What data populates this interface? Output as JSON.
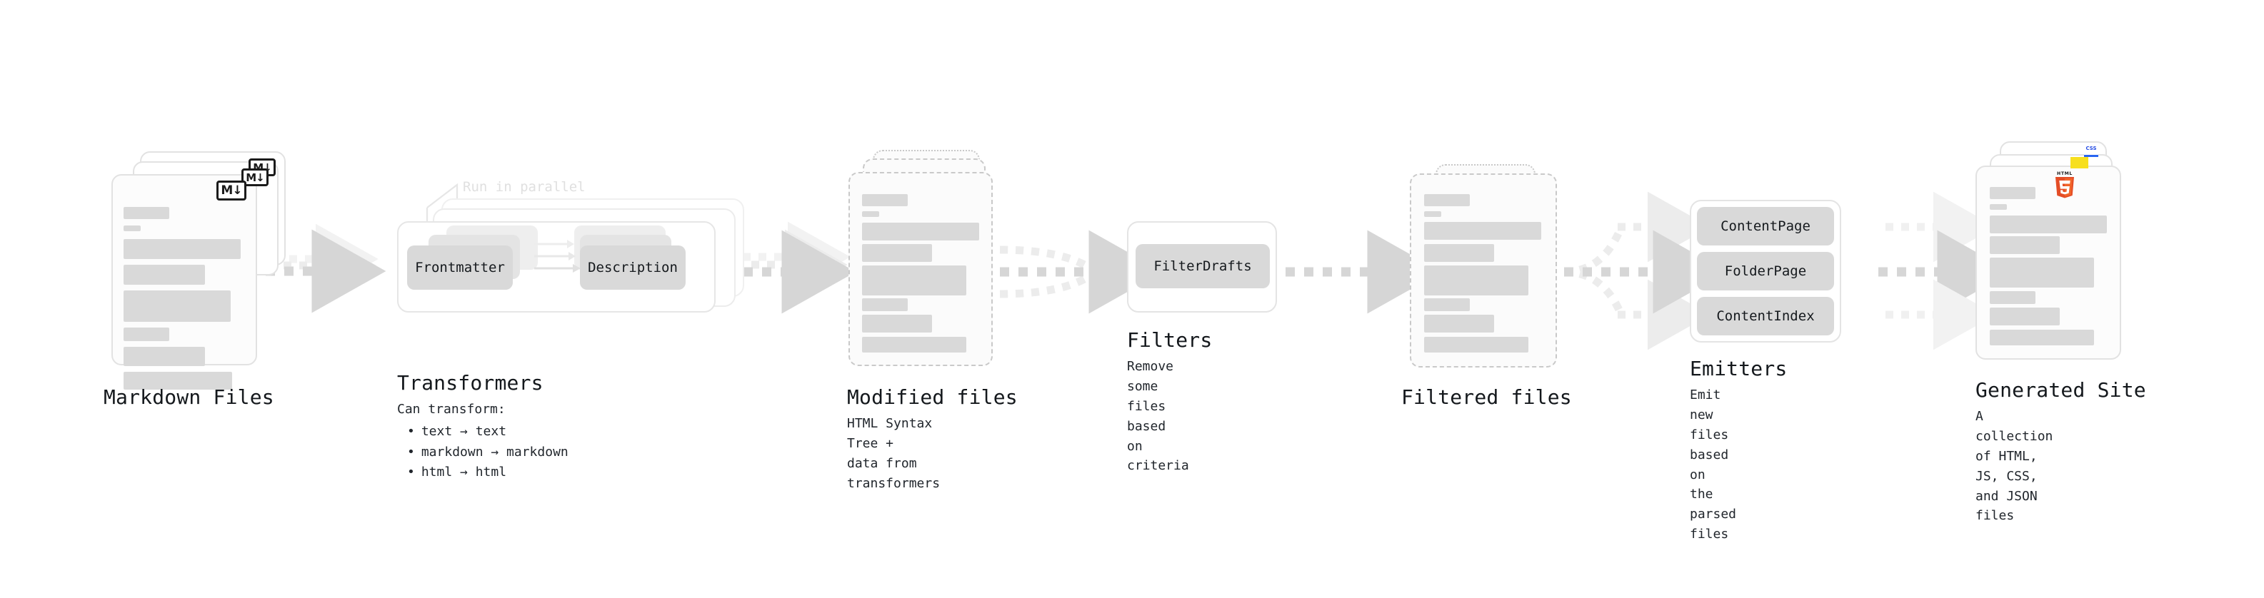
{
  "diagram": {
    "title": "Quartz build pipeline",
    "background": "#ffffff",
    "accent_grey": "#d9d9d9",
    "arrow_grey": "#d6d6d6",
    "text_color": "#14181c"
  },
  "stages": [
    {
      "id": "markdown-files",
      "title": "Markdown Files",
      "subtitle": "",
      "badge": "M↓",
      "badge_name": "markdown-badge"
    },
    {
      "id": "transformers",
      "title": "Transformers",
      "subtitle": "",
      "note": "Run in parallel",
      "chips": [
        "Frontmatter",
        "Description"
      ],
      "bullets": {
        "heading": "Can transform:",
        "items": [
          "text → text",
          "markdown → markdown",
          "html → html"
        ]
      }
    },
    {
      "id": "modified-files",
      "title": "Modified files",
      "subtitle": "HTML Syntax Tree +\ndata from transformers"
    },
    {
      "id": "filters",
      "title": "Filters",
      "subtitle": "Remove some files based\non criteria",
      "chips": [
        "FilterDrafts"
      ]
    },
    {
      "id": "filtered-files",
      "title": "Filtered files",
      "subtitle": ""
    },
    {
      "id": "emitters",
      "title": "Emitters",
      "subtitle": "Emit new files based on\nthe parsed files",
      "chips": [
        "ContentPage",
        "FolderPage",
        "ContentIndex"
      ]
    },
    {
      "id": "generated-site",
      "title": "Generated Site",
      "subtitle": "A collection of HTML,\nJS, CSS, and JSON files",
      "badges": [
        {
          "name": "html5-badge",
          "label": "HTML5",
          "color": "#e44d26"
        },
        {
          "name": "js-badge",
          "label": "JS",
          "color": "#f7df1e"
        },
        {
          "name": "css-badge",
          "label": "CSS",
          "color": "#264de4"
        }
      ]
    }
  ],
  "labels": {
    "markdown_files": "Markdown Files",
    "transformers": "Transformers",
    "transformers_heading": "Can transform:",
    "transformer_rule_1": "text → text",
    "transformer_rule_2": "markdown → markdown",
    "transformer_rule_3": "html → html",
    "run_in_parallel": "Run in parallel",
    "chip_frontmatter": "Frontmatter",
    "chip_description": "Description",
    "modified_files": "Modified files",
    "modified_files_sub": "HTML Syntax Tree +\ndata from transformers",
    "filters": "Filters",
    "filters_sub": "Remove some files based\non criteria",
    "chip_filterdrafts": "FilterDrafts",
    "filtered_files": "Filtered files",
    "emitters": "Emitters",
    "emitters_sub": "Emit new files based on\nthe parsed files",
    "chip_contentpage": "ContentPage",
    "chip_folderpage": "FolderPage",
    "chip_contentindex": "ContentIndex",
    "generated_site": "Generated Site",
    "generated_site_sub": "A collection of HTML,\nJS, CSS, and JSON files",
    "md_badge": "M↓",
    "html5_badge_top": "HTML",
    "html5_badge_num": "5",
    "css_badge": "CSS"
  }
}
